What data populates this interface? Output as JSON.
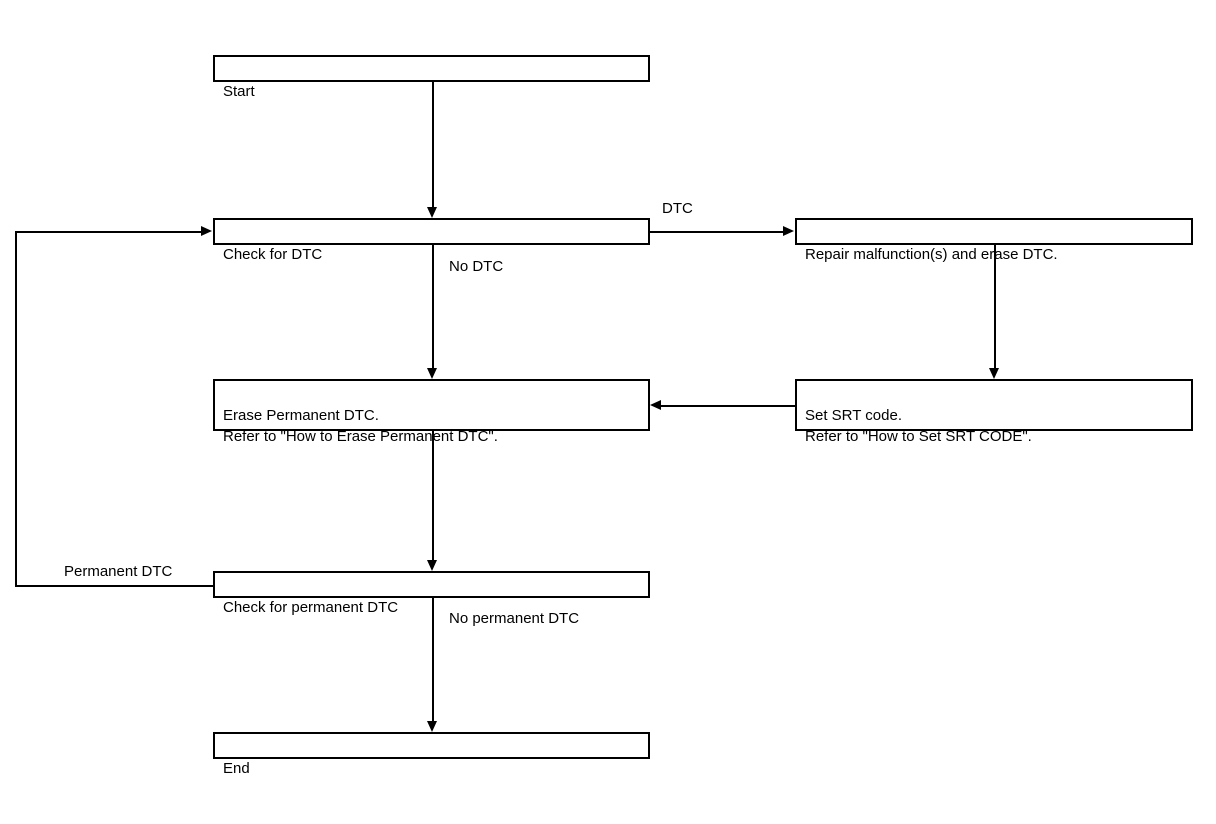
{
  "diagram": {
    "title": "DTC and Permanent DTC check flow",
    "line_color": "#000000",
    "background_color": "#ffffff",
    "nodes": [
      {
        "id": "start",
        "label": "Start"
      },
      {
        "id": "check_dtc",
        "label": "Check for DTC"
      },
      {
        "id": "repair",
        "label": "Repair malfunction(s) and erase DTC."
      },
      {
        "id": "erase_permanent",
        "label": "Erase Permanent DTC.\nRefer to \"How to Erase Permanent DTC\"."
      },
      {
        "id": "set_srt",
        "label": "Set SRT code.\nRefer to \"How to Set SRT CODE\"."
      },
      {
        "id": "check_permanent",
        "label": "Check for permanent DTC"
      },
      {
        "id": "end",
        "label": "End"
      }
    ],
    "edge_labels": [
      {
        "id": "dtc",
        "label": "DTC"
      },
      {
        "id": "no_dtc",
        "label": "No DTC"
      },
      {
        "id": "permanent_dtc",
        "label": "Permanent DTC"
      },
      {
        "id": "no_permanent_dtc",
        "label": "No permanent DTC"
      }
    ]
  }
}
